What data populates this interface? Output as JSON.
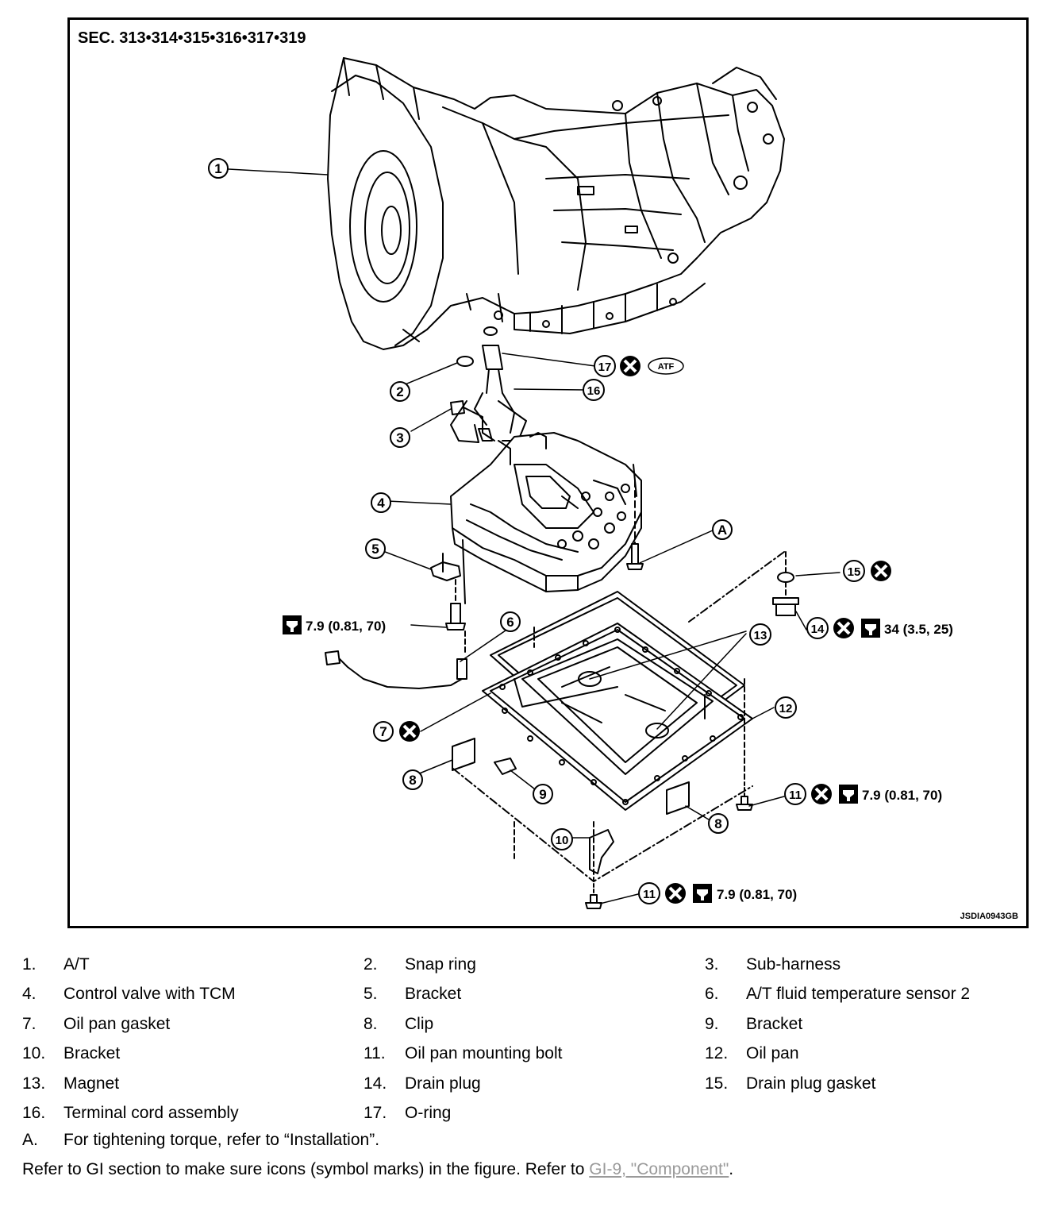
{
  "figure": {
    "section": "SEC. 313•314•315•316•317•319",
    "figure_id": "JSDIA0943GB",
    "callouts": {
      "c1": "1",
      "c2": "2",
      "c3": "3",
      "c4": "4",
      "c5": "5",
      "c6": "6",
      "c7": "7",
      "c8a": "8",
      "c8b": "8",
      "c9": "9",
      "c10": "10",
      "c11a": "11",
      "c11b": "11",
      "c12": "12",
      "c13": "13",
      "c14": "14",
      "c15": "15",
      "c16": "16",
      "c17": "17",
      "cA": "A"
    },
    "atf_label": "ATF",
    "torques": {
      "bracket_bolt": "7.9 (0.81, 70)",
      "drain_plug": "34 (3.5, 25)",
      "pan_bolt_right": "7.9 (0.81, 70)",
      "pan_bolt_bottom": "7.9 (0.81, 70)"
    }
  },
  "legend": {
    "rows": [
      [
        {
          "num": "1.",
          "label": "A/T"
        },
        {
          "num": "2.",
          "label": "Snap ring"
        },
        {
          "num": "3.",
          "label": "Sub-harness"
        }
      ],
      [
        {
          "num": "4.",
          "label": "Control valve with TCM"
        },
        {
          "num": "5.",
          "label": "Bracket"
        },
        {
          "num": "6.",
          "label": "A/T fluid temperature sensor 2"
        }
      ],
      [
        {
          "num": "7.",
          "label": "Oil pan gasket"
        },
        {
          "num": "8.",
          "label": "Clip"
        },
        {
          "num": "9.",
          "label": "Bracket"
        }
      ],
      [
        {
          "num": "10.",
          "label": "Bracket"
        },
        {
          "num": "11.",
          "label": "Oil pan mounting bolt"
        },
        {
          "num": "12.",
          "label": "Oil pan"
        }
      ],
      [
        {
          "num": "13.",
          "label": "Magnet"
        },
        {
          "num": "14.",
          "label": "Drain plug"
        },
        {
          "num": "15.",
          "label": "Drain plug gasket"
        }
      ],
      [
        {
          "num": "16.",
          "label": "Terminal cord assembly"
        },
        {
          "num": "17.",
          "label": "O-ring"
        },
        {
          "num": "",
          "label": ""
        }
      ]
    ],
    "note_a": {
      "num": "A.",
      "text": "For tightening torque, refer to “Installation”."
    },
    "reference": {
      "text": "Refer to GI section to make sure icons (symbol marks) in the figure. Refer to ",
      "link": "GI-9, \"Component\"",
      "end": "."
    }
  }
}
